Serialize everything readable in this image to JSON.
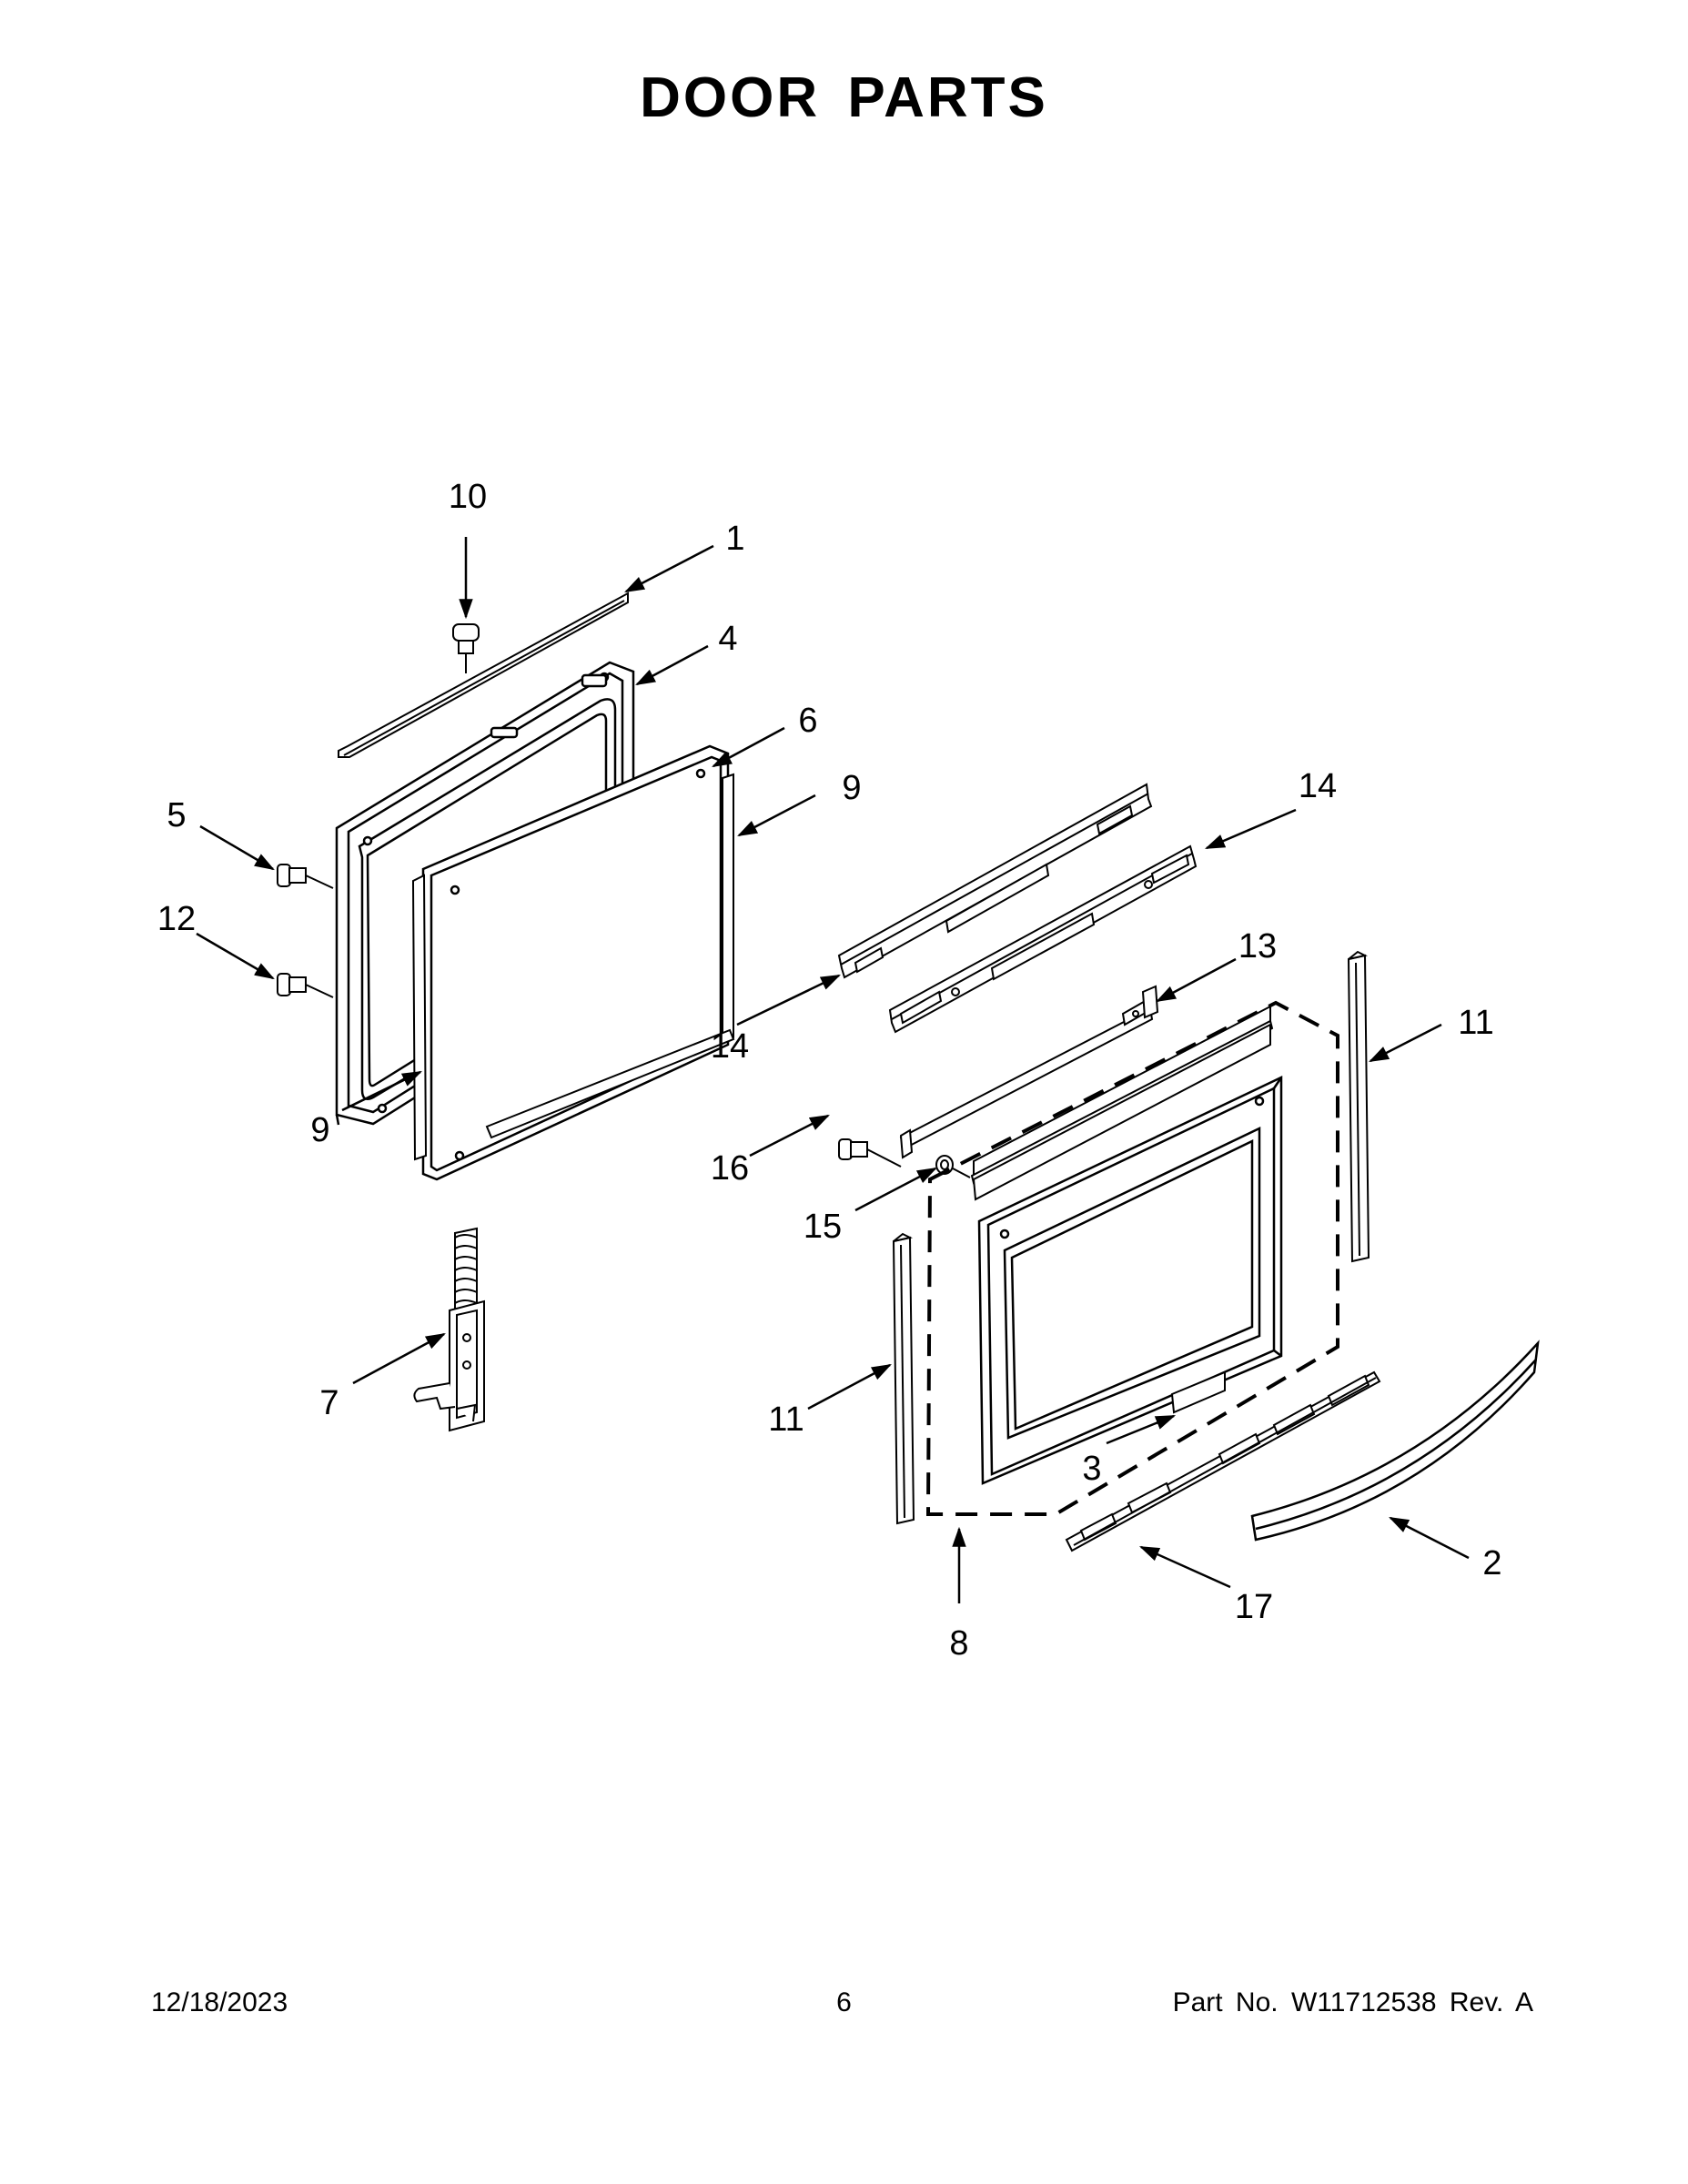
{
  "page": {
    "title": "DOOR PARTS",
    "footer": {
      "date": "12/18/2023",
      "page_number": "6",
      "part_number": "Part No.  W11712538  Rev.  A"
    }
  },
  "callouts": {
    "c1": "1",
    "c2": "2",
    "c3": "3",
    "c4": "4",
    "c5": "5",
    "c6": "6",
    "c7": "7",
    "c8": "8",
    "c9a": "9",
    "c9b": "9",
    "c10": "10",
    "c11a": "11",
    "c11b": "11",
    "c12": "12",
    "c13": "13",
    "c14a": "14",
    "c14b": "14",
    "c15": "15",
    "c16": "16",
    "c17": "17"
  }
}
